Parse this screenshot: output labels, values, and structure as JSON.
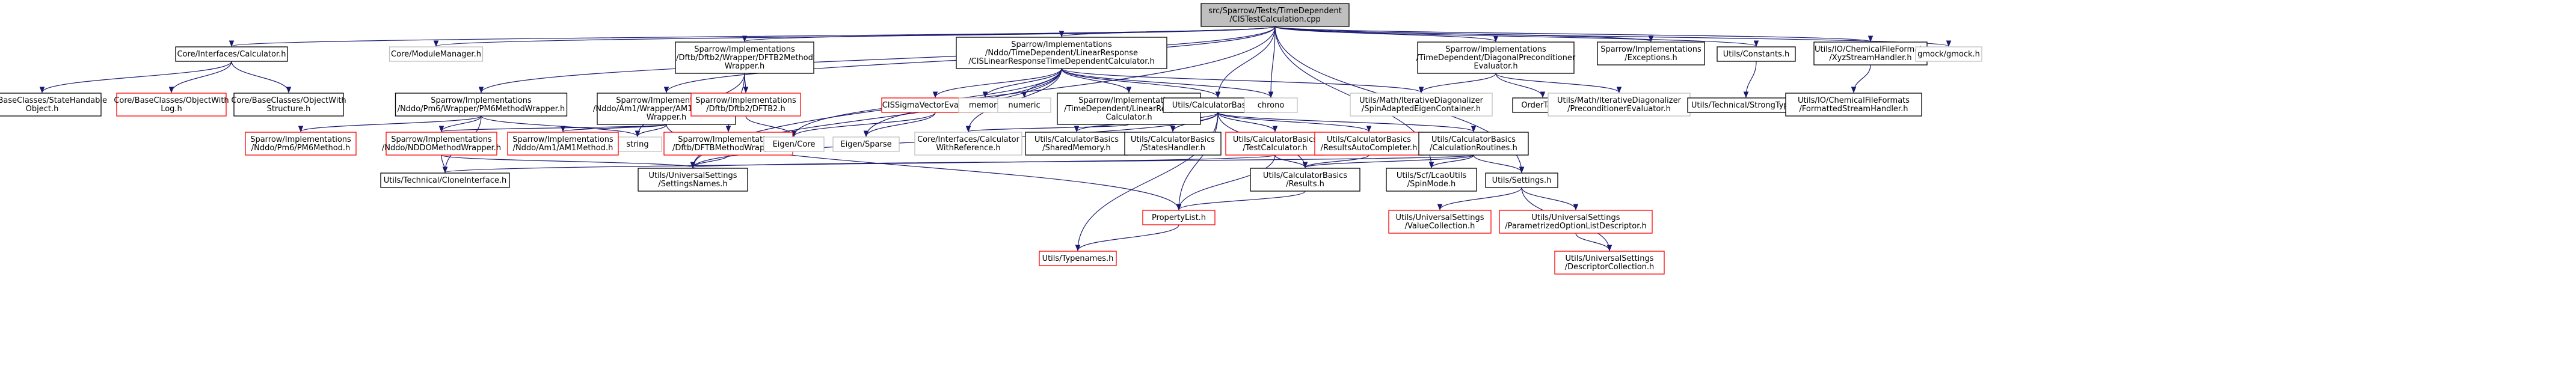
{
  "root_file": [
    "src/Sparrow/Tests/TimeDependent",
    "/CISTestCalculation.cpp"
  ],
  "nodes": {
    "calculator": [
      "Core/Interfaces/Calculator.h"
    ],
    "moduleManager": [
      "Core/ModuleManager.h"
    ],
    "dftb2Wrapper": [
      "Sparrow/Implementations",
      "/Dftb/Dftb2/Wrapper/DFTB2Method",
      "Wrapper.h"
    ],
    "cisLinearResponse": [
      "Sparrow/Implementations",
      "/Nddo/TimeDependent/LinearResponse",
      "/CISLinearResponseTimeDependentCalculator.h"
    ],
    "diagPrecondEvaluator": [
      "Sparrow/Implementations",
      "/TimeDependent/DiagonalPreconditioner",
      "Evaluator.h"
    ],
    "exceptions": [
      "Sparrow/Implementations",
      "/Exceptions.h"
    ],
    "constants": [
      "Utils/Constants.h"
    ],
    "xyzStreamHandler": [
      "Utils/IO/ChemicalFileFormats",
      "/XyzStreamHandler.h"
    ],
    "gmock": [
      "gmock/gmock.h"
    ],
    "stateHandable": [
      "Core/BaseClasses/StateHandable",
      "Object.h"
    ],
    "objectWithLog": [
      "Core/BaseClasses/ObjectWith",
      "Log.h"
    ],
    "objectWithStructure": [
      "Core/BaseClasses/ObjectWith",
      "Structure.h"
    ],
    "pm6Wrapper": [
      "Sparrow/Implementations",
      "/Nddo/Pm6/Wrapper/PM6MethodWrapper.h"
    ],
    "am1Wrapper": [
      "Sparrow/Implementations",
      "/Nddo/Am1/Wrapper/AM1TypeMethod",
      "Wrapper.h"
    ],
    "dftb2": [
      "Sparrow/Implementations",
      "/Dftb/Dftb2/DFTB2.h"
    ],
    "cisSigma": [
      "CISSigmaVectorEvaluator.h"
    ],
    "memory": [
      "memory"
    ],
    "numeric": [
      "numeric"
    ],
    "lrCalc": [
      "Sparrow/Implementations",
      "/TimeDependent/LinearResponse",
      "Calculator.h"
    ],
    "calcBasics": [
      "Utils/CalculatorBasics.h"
    ],
    "chrono": [
      "chrono"
    ],
    "spinAdapted": [
      "Utils/Math/IterativeDiagonalizer",
      "/SpinAdaptedEigenContainer.h"
    ],
    "orderTag": [
      "OrderTag.h"
    ],
    "precondEvaluator": [
      "Utils/Math/IterativeDiagonalizer",
      "/PreconditionerEvaluator.h"
    ],
    "strongType": [
      "Utils/Technical/StrongType.h"
    ],
    "formattedStream": [
      "Utils/IO/ChemicalFileFormats",
      "/FormattedStreamHandler.h"
    ],
    "pm6Method": [
      "Sparrow/Implementations",
      "/Nddo/Pm6/PM6Method.h"
    ],
    "nddoWrapper": [
      "Sparrow/Implementations",
      "/Nddo/NDDOMethodWrapper.h"
    ],
    "string": [
      "string"
    ],
    "am1Method": [
      "Sparrow/Implementations",
      "/Nddo/Am1/AM1Method.h"
    ],
    "dftbWrapper": [
      "Sparrow/Implementations",
      "/Dftb/DFTBMethodWrapper.h"
    ],
    "eigenCore": [
      "Eigen/Core"
    ],
    "eigenSparse": [
      "Eigen/Sparse"
    ],
    "calcWithRef": [
      "Core/Interfaces/Calculator",
      "WithReference.h"
    ],
    "sharedMemory": [
      "Utils/CalculatorBasics",
      "/SharedMemory.h"
    ],
    "statesHandler": [
      "Utils/CalculatorBasics",
      "/StatesHandler.h"
    ],
    "testCalculator": [
      "Utils/CalculatorBasics",
      "/TestCalculator.h"
    ],
    "resultsAutoCompleter": [
      "Utils/CalculatorBasics",
      "/ResultsAutoCompleter.h"
    ],
    "calcRoutines": [
      "Utils/CalculatorBasics",
      "/CalculationRoutines.h"
    ],
    "cloneInterface": [
      "Utils/Technical/CloneInterface.h"
    ],
    "settingsNames": [
      "Utils/UniversalSettings",
      "/SettingsNames.h"
    ],
    "results": [
      "Utils/CalculatorBasics",
      "/Results.h"
    ],
    "spinMode": [
      "Utils/Scf/LcaoUtils",
      "/SpinMode.h"
    ],
    "settings": [
      "Utils/Settings.h"
    ],
    "propertyList": [
      "PropertyList.h"
    ],
    "valueCollection": [
      "Utils/UniversalSettings",
      "/ValueCollection.h"
    ],
    "paramOptionList": [
      "Utils/UniversalSettings",
      "/ParametrizedOptionListDescriptor.h"
    ],
    "typenames": [
      "Utils/Typenames.h"
    ],
    "descriptorCollection": [
      "Utils/UniversalSettings",
      "/DescriptorCollection.h"
    ]
  },
  "colors": {
    "edge": "#191970",
    "root_fill": "#bfbfbf",
    "missing_border": "#ff0000",
    "system_border": "#bfbfbf"
  }
}
